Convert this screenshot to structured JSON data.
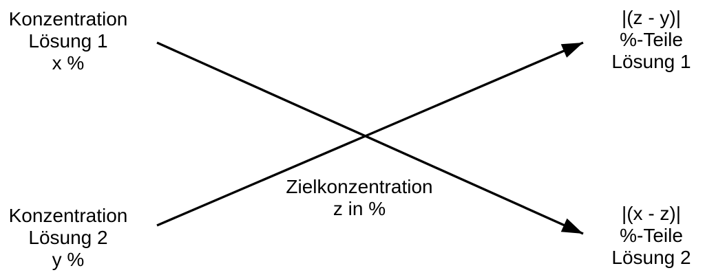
{
  "colors": {
    "ink": "#000000",
    "background": "#ffffff"
  },
  "nodes": {
    "top_left": {
      "lines": [
        "Konzentration",
        "Lösung 1",
        "x %"
      ]
    },
    "bottom_left": {
      "lines": [
        "Konzentration",
        "Lösung 2",
        "y %"
      ]
    },
    "center": {
      "lines": [
        "Zielkonzentration",
        "z in %"
      ]
    },
    "top_right": {
      "lines": [
        "|(z - y)|",
        "%-Teile",
        "Lösung 1"
      ]
    },
    "bottom_right": {
      "lines": [
        "|(x - z)|",
        "%-Teile",
        "Lösung 2"
      ]
    }
  }
}
